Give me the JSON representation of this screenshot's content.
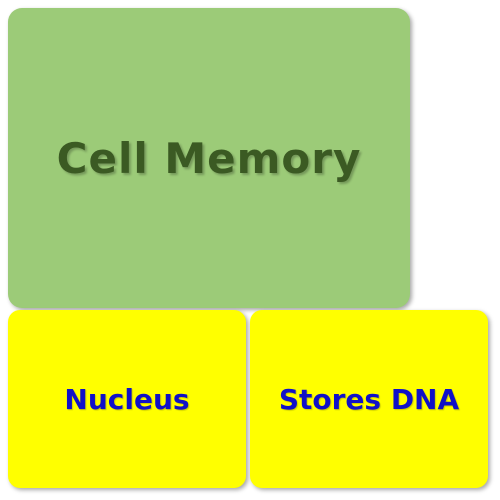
{
  "title_card": {
    "label": "Cell Memory",
    "background": "#9ccb78",
    "text_color": "#3b5a23"
  },
  "match_cards": [
    {
      "label": "Nucleus",
      "background": "#ffff00",
      "text_color": "#1010c8"
    },
    {
      "label": "Stores DNA",
      "background": "#ffff00",
      "text_color": "#1010c8"
    }
  ]
}
